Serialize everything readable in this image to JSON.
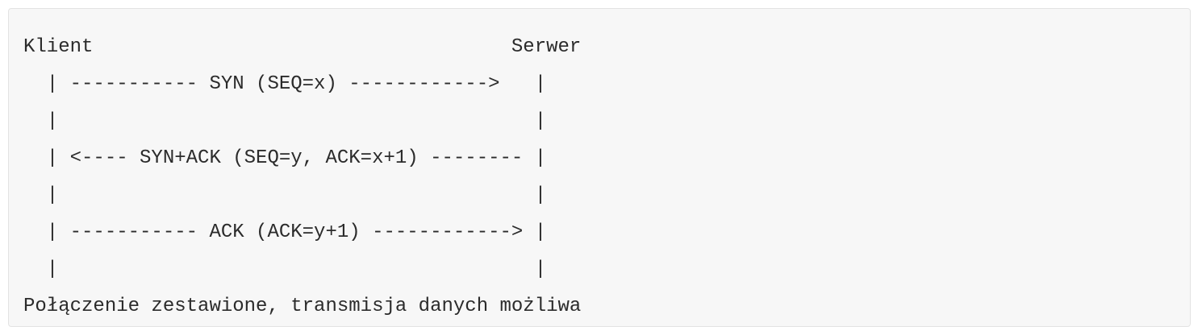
{
  "code_block": {
    "lines": [
      "Klient                                    Serwer",
      "  | ----------- SYN (SEQ=x) ------------>   |",
      "  |                                         |",
      "  | <---- SYN+ACK (SEQ=y, ACK=x+1) -------- |",
      "  |                                         |",
      "  | ----------- ACK (ACK=y+1) ------------> |",
      "  |                                         |",
      "Połączenie zestawione, transmisja danych możliwa"
    ]
  }
}
